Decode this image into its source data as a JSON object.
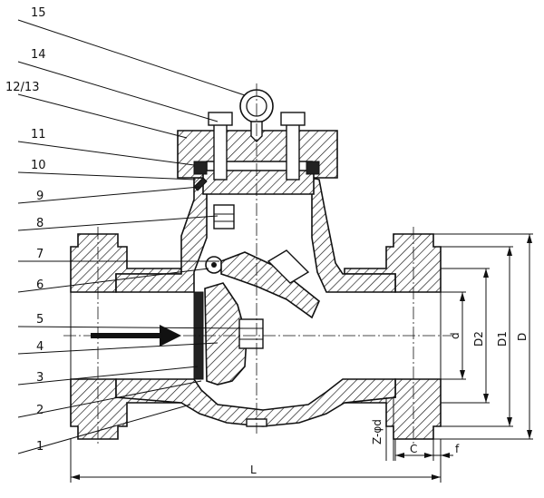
{
  "part_labels": [
    {
      "id": "15",
      "text": "15"
    },
    {
      "id": "14",
      "text": "14"
    },
    {
      "id": "12-13",
      "text": "12/13"
    },
    {
      "id": "11",
      "text": "11"
    },
    {
      "id": "10",
      "text": "10"
    },
    {
      "id": "9",
      "text": "9"
    },
    {
      "id": "8",
      "text": "8"
    },
    {
      "id": "7",
      "text": "7"
    },
    {
      "id": "6",
      "text": "6"
    },
    {
      "id": "5",
      "text": "5"
    },
    {
      "id": "4",
      "text": "4"
    },
    {
      "id": "3",
      "text": "3"
    },
    {
      "id": "2",
      "text": "2"
    },
    {
      "id": "1",
      "text": "1"
    }
  ],
  "dimension_labels": {
    "d": "d",
    "D2": "D2",
    "D1": "D1",
    "D": "D",
    "Z_phi_d": "Z-φd",
    "C": "C",
    "f": "f",
    "L": "L"
  },
  "colors": {
    "line": "#111111",
    "background": "#ffffff"
  }
}
